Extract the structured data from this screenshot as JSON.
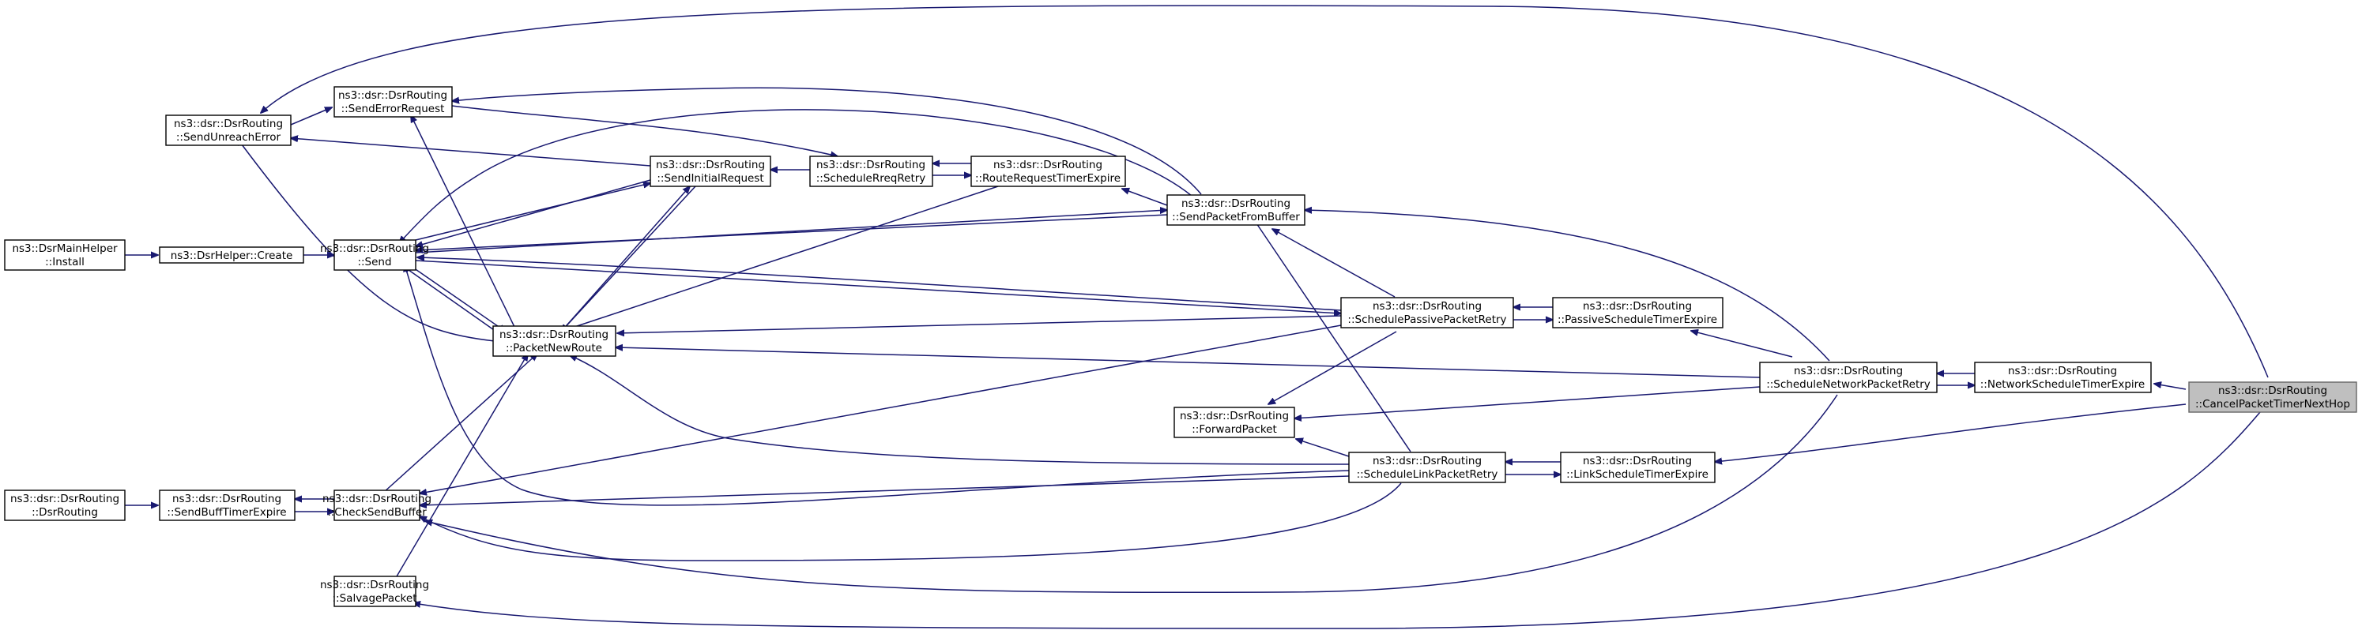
{
  "colors": {
    "edge": "#191970",
    "node_border": "#000000",
    "highlight_fill": "#bfbfbf"
  },
  "nodes": {
    "dsr_main_helper_install": {
      "line1": "ns3::DsrMainHelper",
      "line2": "::Install"
    },
    "dsr_helper_create": {
      "line1": "ns3::DsrHelper::Create"
    },
    "dsr_routing_ctor": {
      "line1": "ns3::dsr::DsrRouting",
      "line2": "::DsrRouting"
    },
    "send_buff_timer_expire": {
      "line1": "ns3::dsr::DsrRouting",
      "line2": "::SendBuffTimerExpire"
    },
    "send_unreach_error": {
      "line1": "ns3::dsr::DsrRouting",
      "line2": "::SendUnreachError"
    },
    "send_error_request": {
      "line1": "ns3::dsr::DsrRouting",
      "line2": "::SendErrorRequest"
    },
    "send": {
      "line1": "ns3::dsr::DsrRouting",
      "line2": "::Send"
    },
    "check_send_buffer": {
      "line1": "ns3::dsr::DsrRouting",
      "line2": "::CheckSendBuffer"
    },
    "salvage_packet": {
      "line1": "ns3::dsr::DsrRouting",
      "line2": "::SalvagePacket"
    },
    "packet_new_route": {
      "line1": "ns3::dsr::DsrRouting",
      "line2": "::PacketNewRoute"
    },
    "send_initial_request": {
      "line1": "ns3::dsr::DsrRouting",
      "line2": "::SendInitialRequest"
    },
    "schedule_rreq_retry": {
      "line1": "ns3::dsr::DsrRouting",
      "line2": "::ScheduleRreqRetry"
    },
    "route_request_timer_expire": {
      "line1": "ns3::dsr::DsrRouting",
      "line2": "::RouteRequestTimerExpire"
    },
    "send_packet_from_buffer": {
      "line1": "ns3::dsr::DsrRouting",
      "line2": "::SendPacketFromBuffer"
    },
    "forward_packet": {
      "line1": "ns3::dsr::DsrRouting",
      "line2": "::ForwardPacket"
    },
    "schedule_passive_packet_retry": {
      "line1": "ns3::dsr::DsrRouting",
      "line2": "::SchedulePassivePacketRetry"
    },
    "schedule_link_packet_retry": {
      "line1": "ns3::dsr::DsrRouting",
      "line2": "::ScheduleLinkPacketRetry"
    },
    "passive_schedule_timer_expire": {
      "line1": "ns3::dsr::DsrRouting",
      "line2": "::PassiveScheduleTimerExpire"
    },
    "link_schedule_timer_expire": {
      "line1": "ns3::dsr::DsrRouting",
      "line2": "::LinkScheduleTimerExpire"
    },
    "schedule_network_packet_retry": {
      "line1": "ns3::dsr::DsrRouting",
      "line2": "::ScheduleNetworkPacketRetry"
    },
    "network_schedule_timer_expire": {
      "line1": "ns3::dsr::DsrRouting",
      "line2": "::NetworkScheduleTimerExpire"
    },
    "cancel_packet_timer_next_hop": {
      "line1": "ns3::dsr::DsrRouting",
      "line2": "::CancelPacketTimerNextHop"
    }
  }
}
